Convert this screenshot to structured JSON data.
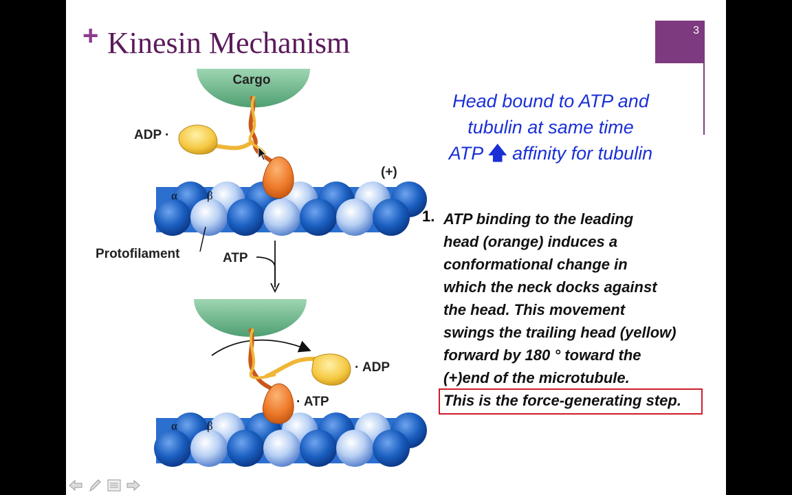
{
  "slide": {
    "title_plus": "+",
    "title": "Kinesin Mechanism",
    "slide_number": "3",
    "note_lines": [
      "Head bound to ATP and",
      "tubulin at same time",
      "ATP",
      "affinity for tubulin"
    ],
    "note_arrow_icon": "up-arrow-icon",
    "step_number": "1.",
    "step_lines": [
      "ATP binding to the leading",
      "head (orange) induces a",
      "conformational change in",
      "which the neck docks against",
      "the head. This movement",
      "swings the trailing head (yellow)",
      "forward by 180 ° toward the",
      "(+)end of the microtubule.",
      "This is the force-generating step."
    ]
  },
  "diagram": {
    "labels": {
      "cargo": "Cargo",
      "adp_top": "ADP ·",
      "plus_end": "(+)",
      "alpha_top": "α",
      "beta_top": "β",
      "protofilament": "Protofilament",
      "atp_arrow": "ATP",
      "adp_bottom": "· ADP",
      "atp_bottom": "· ATP",
      "alpha_bottom": "α",
      "beta_bottom": "β"
    },
    "colors": {
      "cargo": "#7cc49a",
      "leading_head": "#ee7a2a",
      "trailing_head": "#f5c842",
      "tubulin_dark": "#1a5fc0",
      "tubulin_light": "#a8c4ee"
    }
  },
  "nav": {
    "icons": [
      "back-arrow-icon",
      "pen-icon",
      "menu-icon",
      "forward-arrow-icon"
    ]
  }
}
